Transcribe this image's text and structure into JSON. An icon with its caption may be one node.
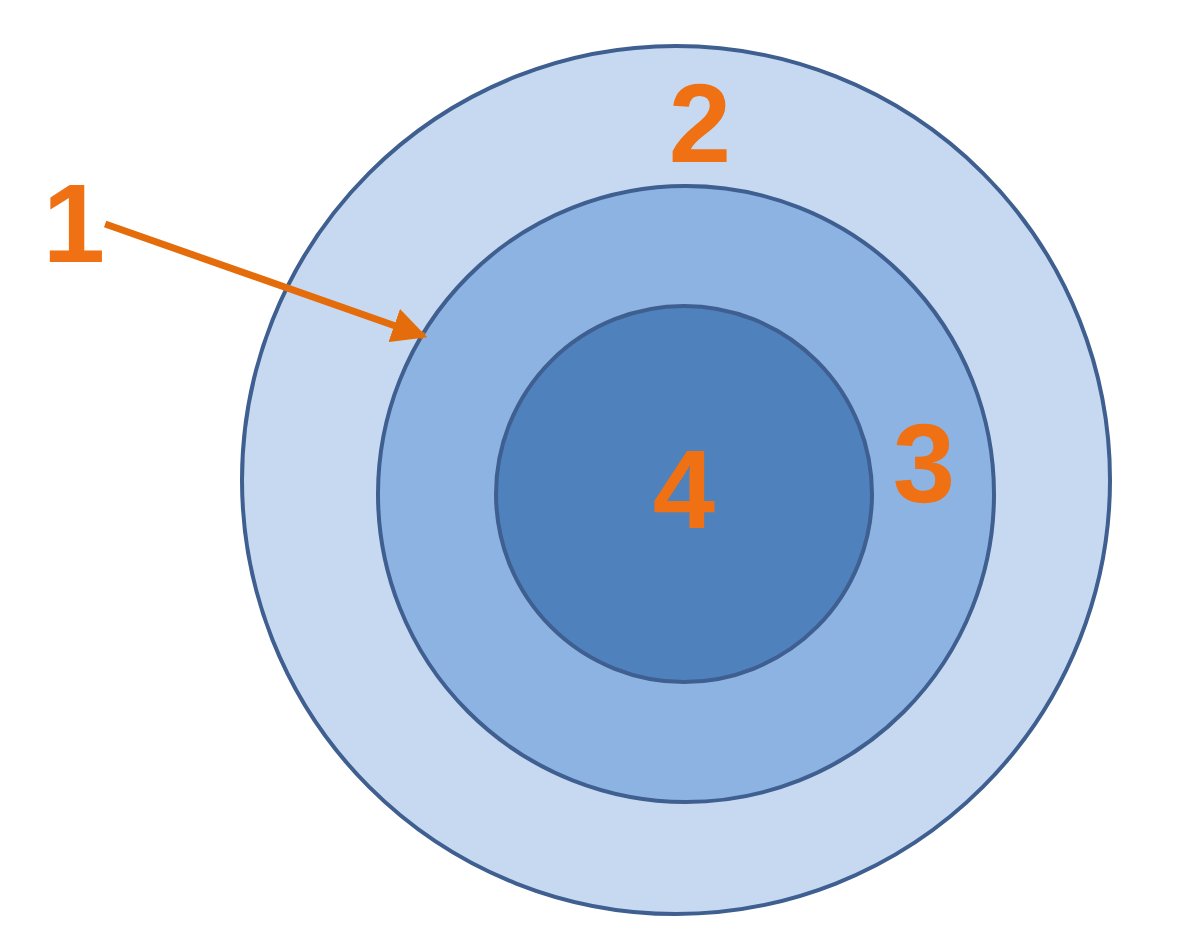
{
  "diagram": {
    "nodes": [
      {
        "text": [
          "2"
        ]
      },
      {
        "text": [
          "3"
        ],
        "in": 0
      },
      {
        "text": [
          "4"
        ],
        "in": 1
      },
      {
        "text": [
          "1"
        ]
      }
    ],
    "edges": [
      {
        "from": 3,
        "to": 1,
        "arrow": "to"
      }
    ]
  }
}
